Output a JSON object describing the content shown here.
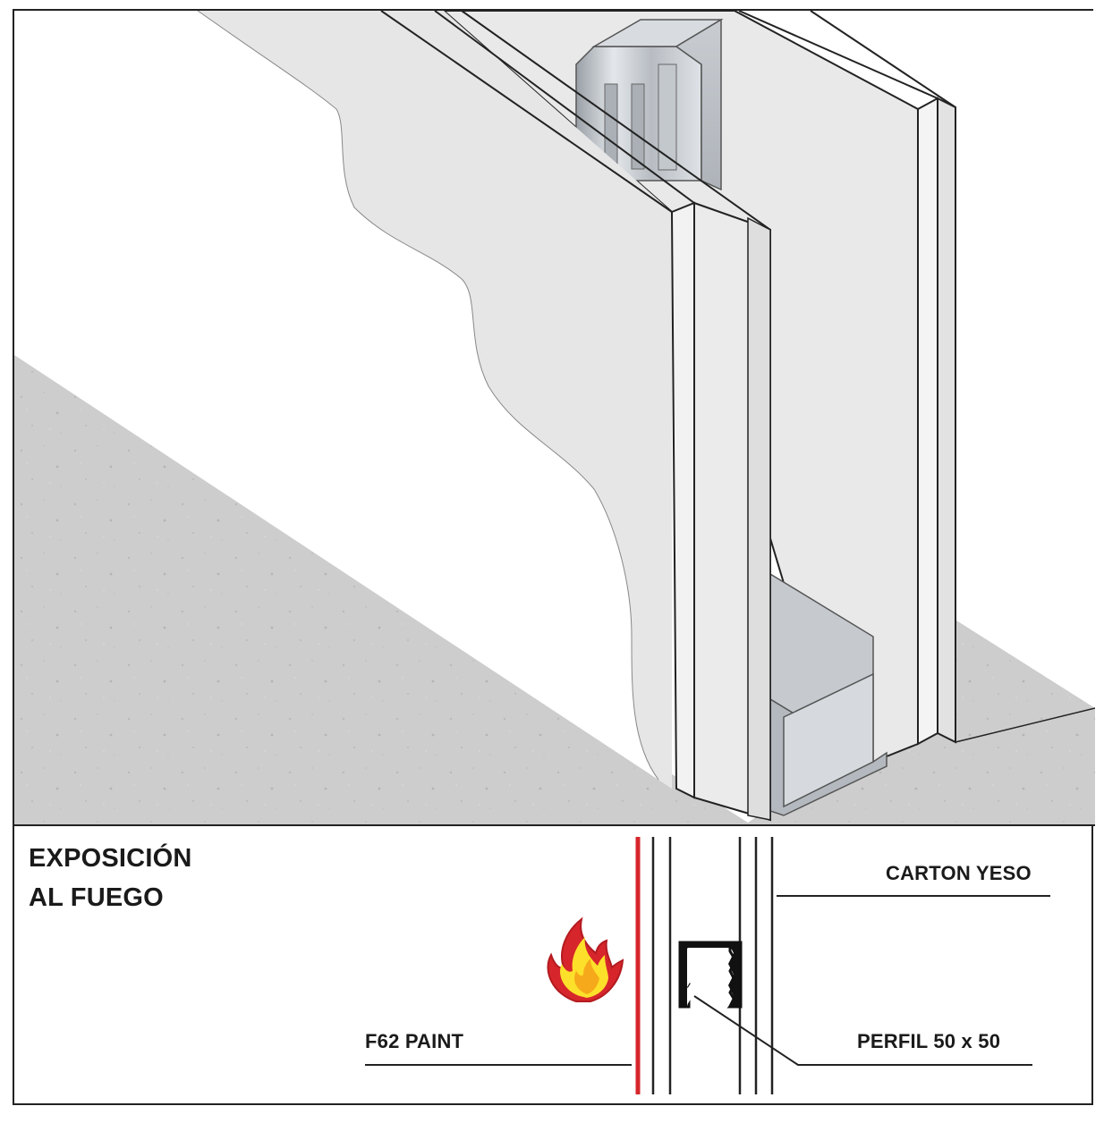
{
  "section": {
    "title_line1": "EXPOSICIÓN",
    "title_line2": "AL FUEGO"
  },
  "callouts": {
    "carton": "CARTON YESO",
    "paint": "F62 PAINT",
    "perfil": "PERFIL 50 x 50"
  },
  "colors": {
    "paint_layer": "#d6262b",
    "frame": "#222222",
    "floor": "#cfcfcf",
    "board": "#efefef"
  },
  "icons": {
    "fire": "flame-icon"
  }
}
